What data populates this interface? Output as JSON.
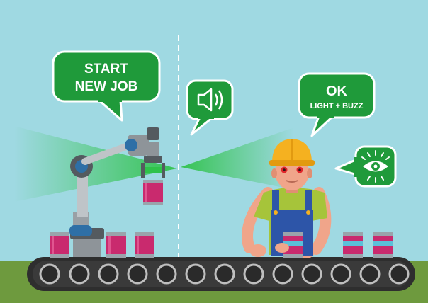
{
  "bubbles": {
    "start_line1": "START",
    "start_line2": "NEW JOB",
    "ok_title": "OK",
    "ok_subtitle": "LIGHT + BUZZ"
  },
  "colors": {
    "sky": "#9fd9e2",
    "ground": "#6e9a3e",
    "bubble_green": "#1f9a3a",
    "beam_green": "#2fc24a",
    "belt": "#2e2e2e",
    "can_pink": "#c92a6e",
    "can_lid": "#9aa3ab",
    "can_band": "#5bbfd9",
    "robot_grey": "#8e9499",
    "robot_dark": "#545a5f",
    "robot_blue": "#2e6fa6",
    "hardhat": "#f5b120",
    "overalls": "#2d55a8",
    "shirt": "#a6c43a",
    "skin": "#f0a58a"
  },
  "icons": {
    "speaker": "speaker-sound-icon",
    "eye": "eye-vision-icon"
  }
}
